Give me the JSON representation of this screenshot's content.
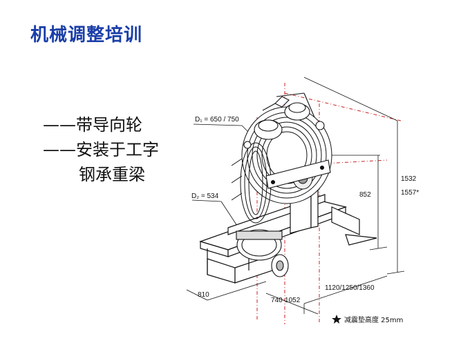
{
  "title": "机械调整培训",
  "bullets": [
    "——带导向轮",
    "——安装于工字",
    "钢承重梁"
  ],
  "labels": {
    "d1": "D₁ = 650 / 750",
    "d2": "D₂ = 534",
    "h1532": "1532",
    "h1557": "1557*",
    "h852": "852",
    "w810": "810",
    "w740": "740-1052",
    "w1120": "1120/1250/1360",
    "note": "减震垫高度 25mm"
  },
  "colors": {
    "title": "#1a3ea8",
    "dimension_red": "#cc1f1f"
  },
  "icons": {
    "note_marker": "star-icon"
  }
}
